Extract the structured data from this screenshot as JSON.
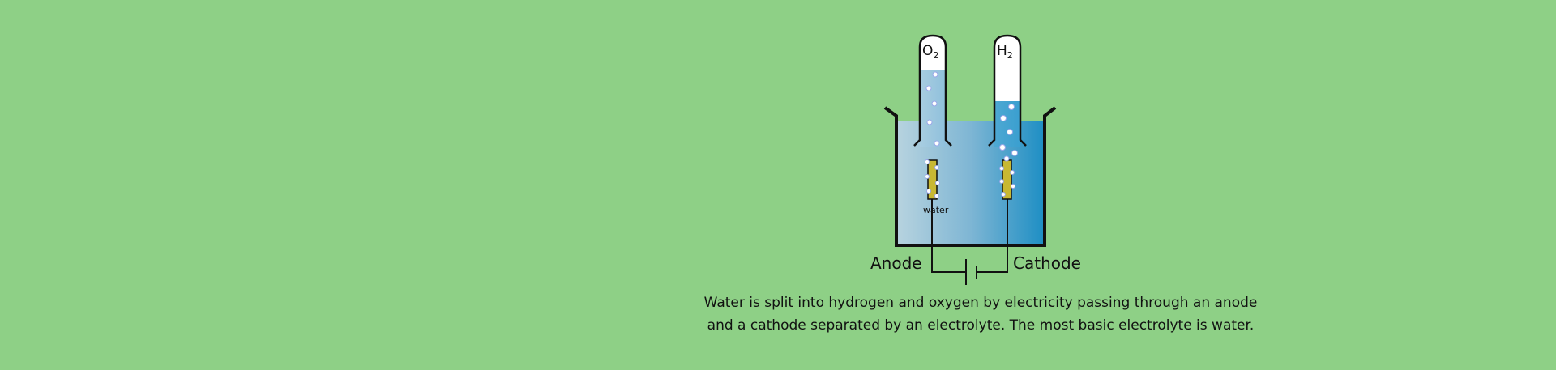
{
  "diagram": {
    "labels": {
      "oxygen_tube": "O",
      "oxygen_sub": "2",
      "hydrogen_tube": "H",
      "hydrogen_sub": "2",
      "water": "water",
      "anode": "Anode",
      "cathode": "Cathode"
    },
    "colors": {
      "background": "#8ed086",
      "water_light": "#b7d3df",
      "water_dark": "#1f8fc4",
      "electrode": "#c8b832",
      "outline": "#111111"
    }
  },
  "caption": {
    "line1": "Water is split into hydrogen and oxygen by electricity passing through an anode",
    "line2": "and a cathode separated by an electrolyte. The most basic electrolyte is water."
  }
}
